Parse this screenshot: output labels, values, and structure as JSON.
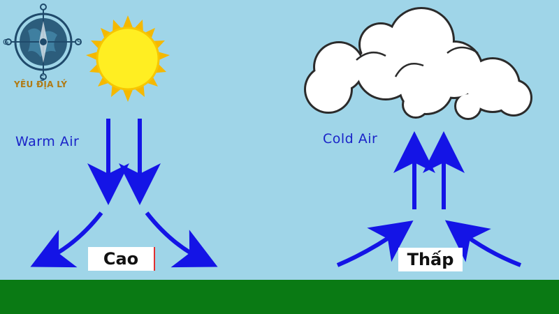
{
  "logo": {
    "text": "YÊU ĐỊA LÝ",
    "compass_letters": [
      "C",
      "G",
      "S",
      "S"
    ]
  },
  "labels": {
    "warm_air": "Warm Air",
    "cold_air": "Cold Air"
  },
  "pressure": {
    "high": "Cao",
    "low": "Thấp"
  },
  "colors": {
    "sky": "#9fd5e8",
    "ground": "#0a7a14",
    "arrow": "#1414e6",
    "sun_fill": "#ffee22",
    "sun_rays": "#f5b800",
    "cloud": "#ffffff",
    "cloud_outline": "#2b2b2b"
  },
  "icons": [
    "sun-icon",
    "cloud-icon",
    "compass-logo-icon"
  ]
}
